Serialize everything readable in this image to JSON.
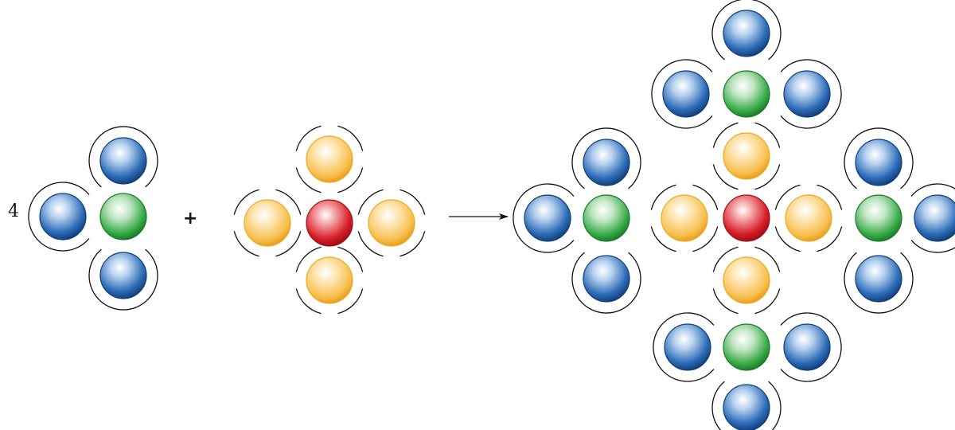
{
  "equation": {
    "coefficient": "4",
    "operator": "+"
  },
  "colors": {
    "blue": "#1f5fa8",
    "green": "#2aa43a",
    "yellow": "#f6b93d",
    "red": "#d4141c",
    "line": "#111111"
  },
  "atom_types": [
    "blue-atom",
    "green-atom",
    "yellow-atom",
    "red-atom"
  ]
}
